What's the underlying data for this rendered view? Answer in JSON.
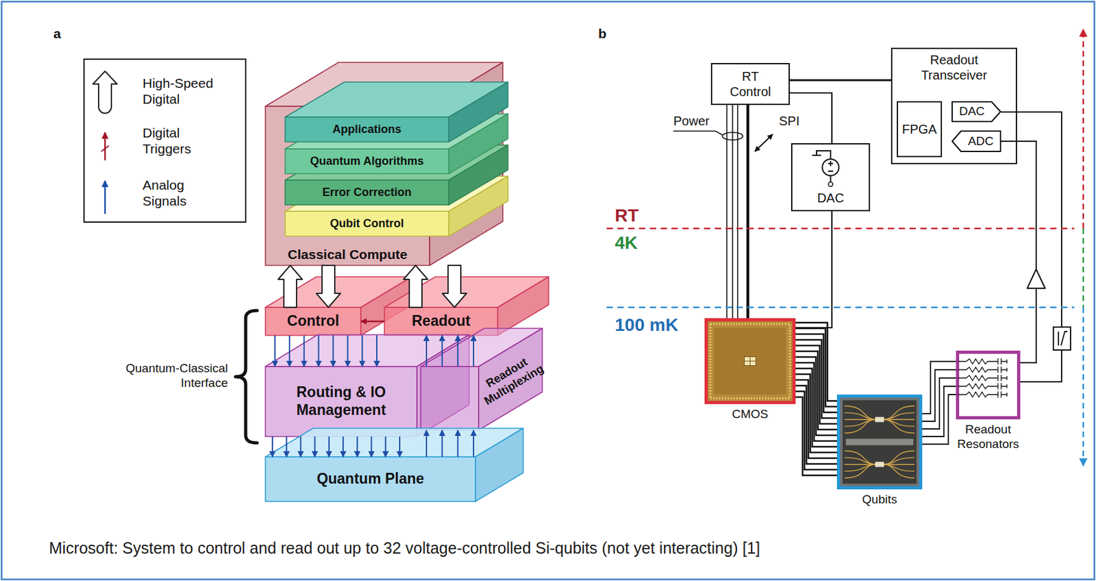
{
  "diagram": {
    "caption": "Microsoft: System to control and read out up to 32 voltage-controlled Si-qubits (not yet interacting) [1]",
    "nodes": [
      {
        "text": [
          "Classical Compute"
        ]
      },
      {
        "text": [
          "Applications"
        ],
        "in": 0
      },
      {
        "text": [
          "Quantum Algorithms"
        ],
        "in": 0
      },
      {
        "text": [
          "Error Correction"
        ],
        "in": 0
      },
      {
        "text": [
          "Qubit Control"
        ],
        "in": 0
      },
      {
        "text": [
          "Control"
        ]
      },
      {
        "text": [
          "Readout"
        ]
      },
      {
        "text": [
          "Routing & IO Management"
        ]
      },
      {
        "text": [
          "Readout Multiplexing"
        ]
      },
      {
        "text": [
          "Quantum Plane"
        ]
      },
      {
        "text": [
          "RT Control"
        ]
      },
      {
        "text": [
          "Readout Transceiver"
        ]
      },
      {
        "text": [
          "FPGA"
        ],
        "in": 11
      },
      {
        "text": [
          "DAC"
        ],
        "in": 11
      },
      {
        "text": [
          "ADC"
        ],
        "in": 11
      },
      {
        "text": [
          "DAC"
        ]
      },
      {
        "text": [
          "CMOS"
        ]
      },
      {
        "text": [
          "Qubits"
        ]
      },
      {
        "text": [
          "Readout Resonators"
        ]
      }
    ],
    "edges": [
      {
        "from": 5,
        "to": 0,
        "arrow": "to"
      },
      {
        "from": 0,
        "to": 5,
        "arrow": "to"
      },
      {
        "from": 6,
        "to": 0,
        "arrow": "to"
      },
      {
        "from": 0,
        "to": 6,
        "arrow": "to"
      },
      {
        "from": 6,
        "to": 5,
        "arrow": "to"
      },
      {
        "from": 5,
        "to": 7,
        "arrow": "to"
      },
      {
        "from": 7,
        "to": 9,
        "arrow": "to"
      },
      {
        "from": 9,
        "to": 8,
        "arrow": "to"
      },
      {
        "from": 8,
        "to": 6,
        "arrow": "to"
      },
      {
        "from": 10,
        "to": 16,
        "arrow": "none"
      },
      {
        "from": 10,
        "to": 16,
        "arrow": "none"
      },
      {
        "from": 10,
        "to": 11,
        "arrow": "none"
      },
      {
        "from": 10,
        "to": 15,
        "arrow": "none"
      },
      {
        "from": 15,
        "to": 16,
        "arrow": "none"
      },
      {
        "from": 16,
        "to": 17,
        "arrow": "none"
      },
      {
        "from": 17,
        "to": 18,
        "arrow": "none"
      },
      {
        "from": 13,
        "to": 18,
        "arrow": "none"
      },
      {
        "from": 18,
        "to": 14,
        "arrow": "none"
      }
    ],
    "labels": [
      "a",
      "Quantum-Classical Interface",
      "b",
      "Power",
      "SPI",
      "RT",
      "4K",
      "100 mK"
    ],
    "legend": [
      {
        "text": "High-Speed Digital"
      },
      {
        "text": "Digital Triggers"
      },
      {
        "text": "Analog Signals"
      }
    ]
  }
}
